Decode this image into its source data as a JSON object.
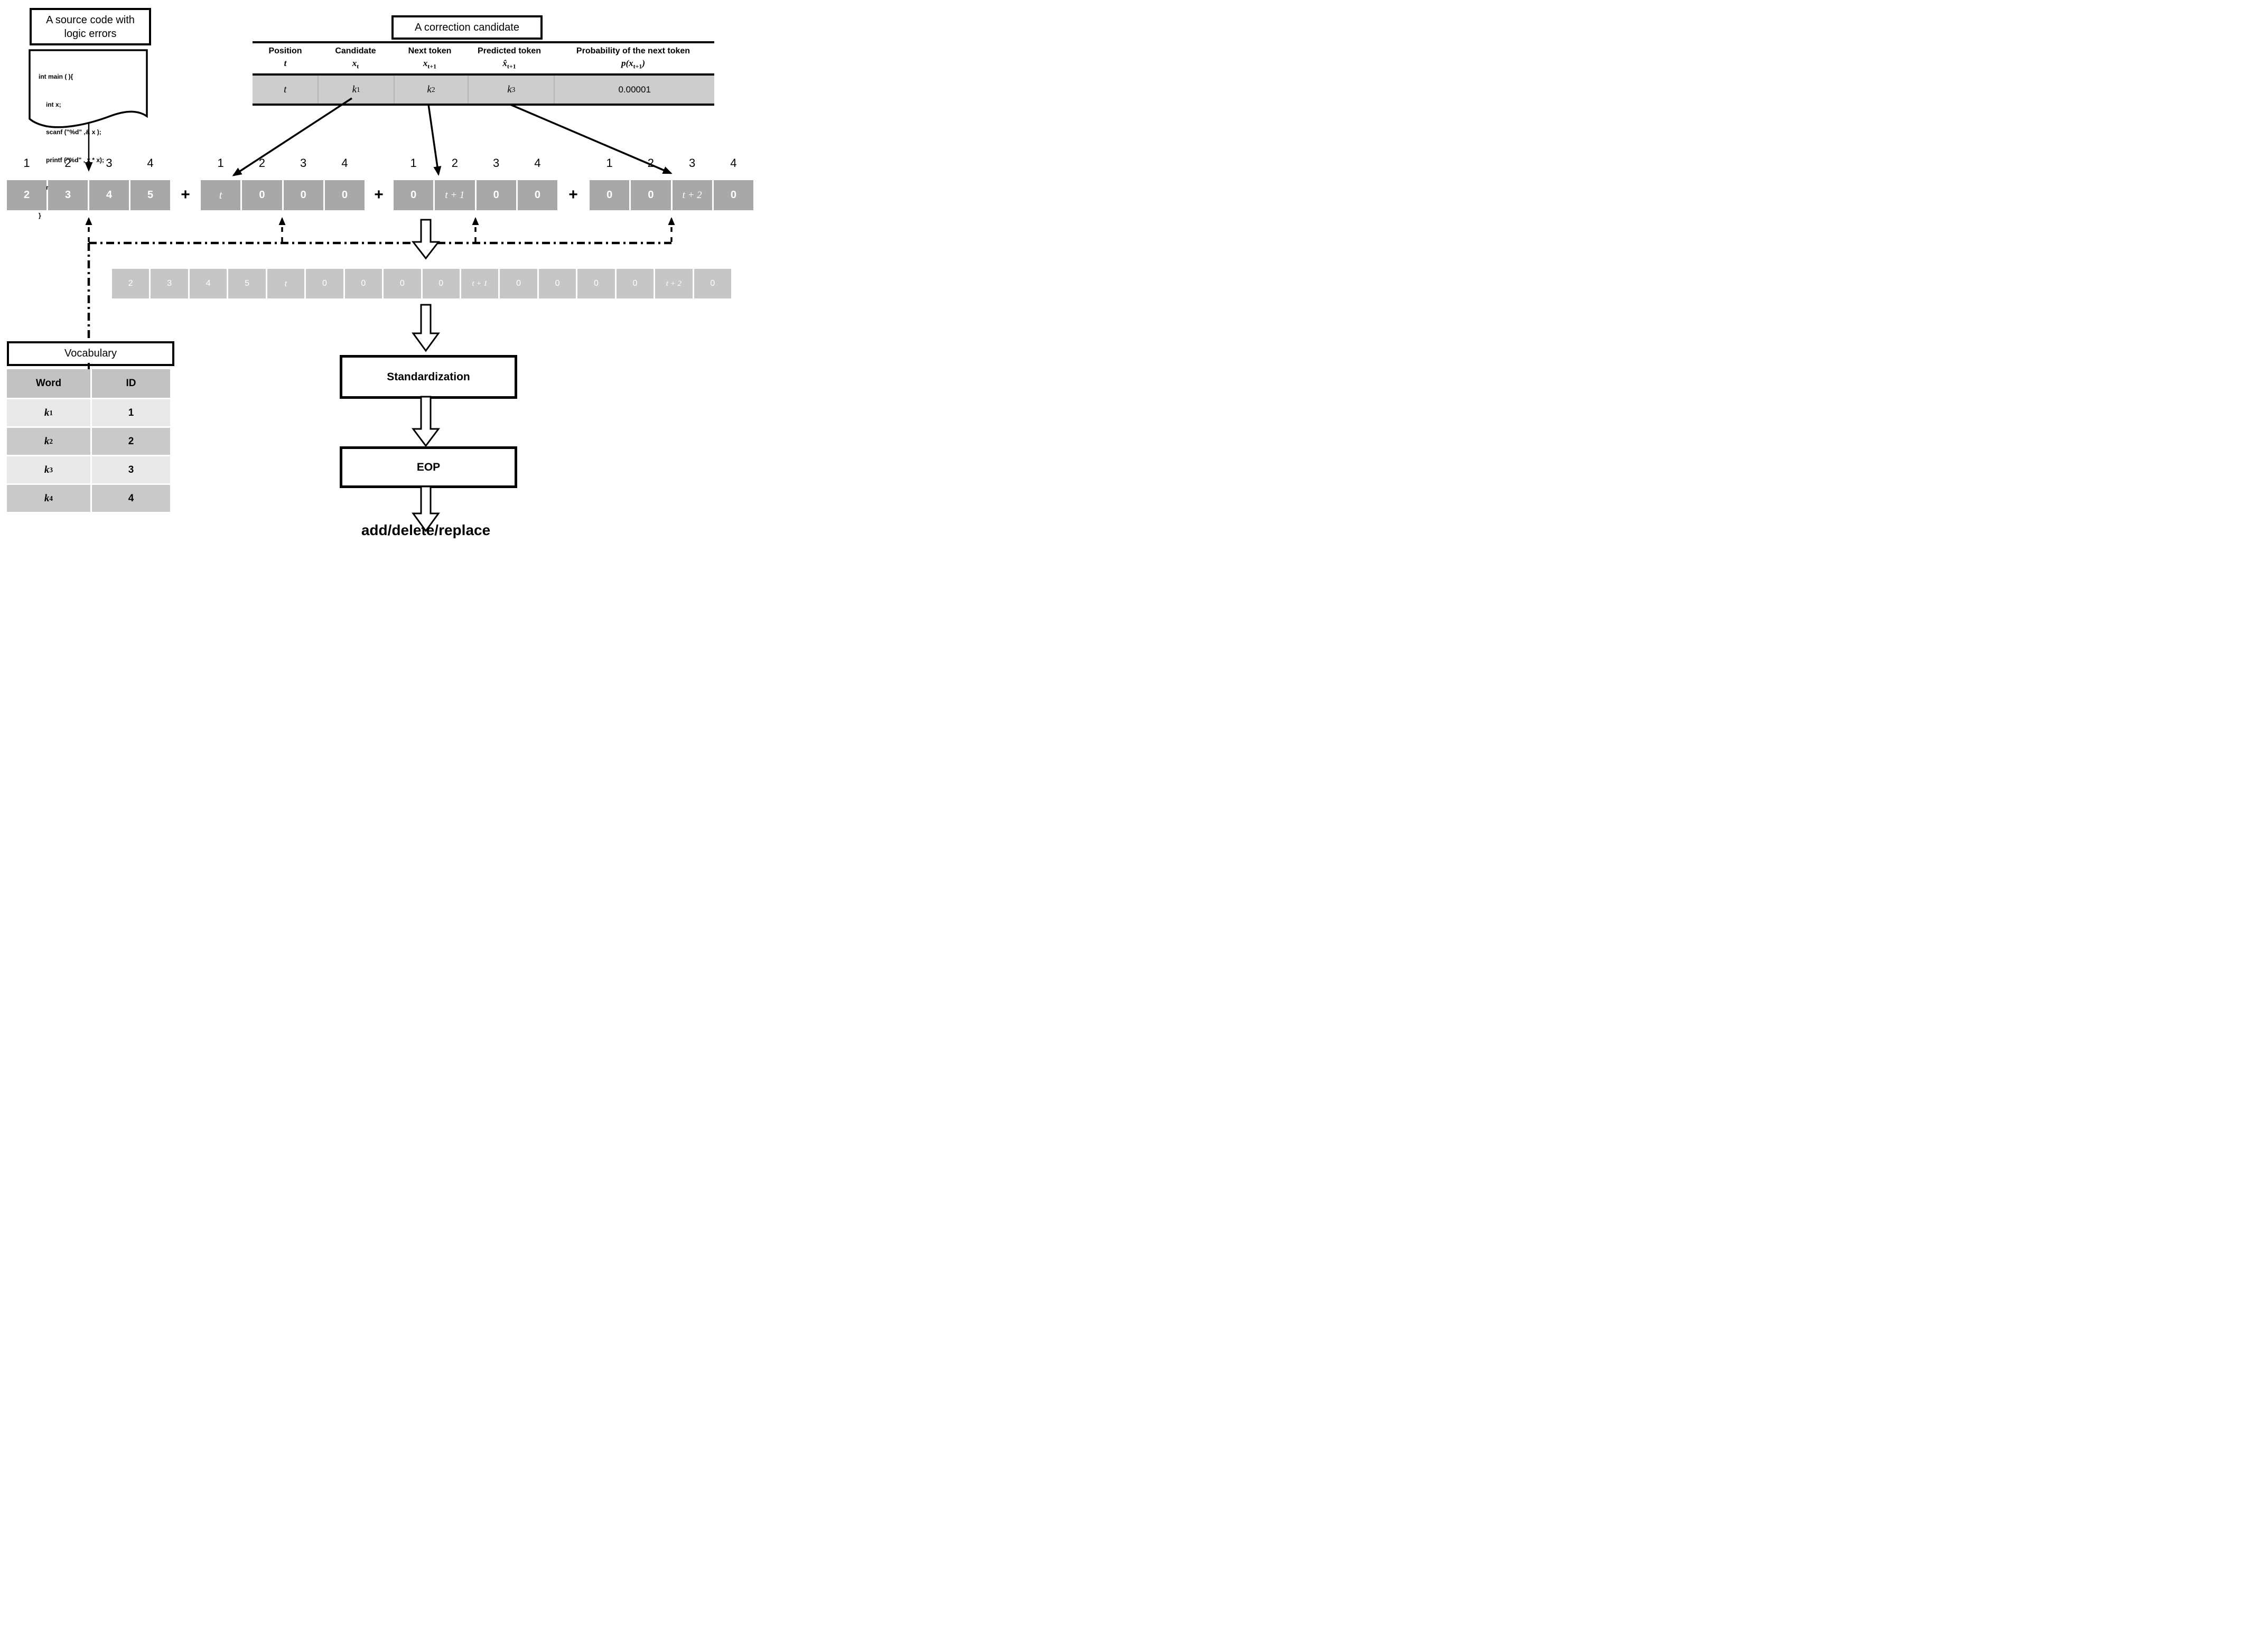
{
  "source": {
    "title": "A source code with logic errors",
    "code": [
      "int main ( ){",
      "int x;",
      "scanf (\"%d\" ,& x );",
      "printf (\"%d\" , x * x);",
      "return 0;",
      "}"
    ]
  },
  "candidate": {
    "title": "A correction candidate",
    "columns": [
      {
        "label": "Position",
        "math": "t"
      },
      {
        "label": "Candidate",
        "math": "x<sub>t</sub>"
      },
      {
        "label": "Next token",
        "math": "x<sub>t+1</sub>"
      },
      {
        "label": "Predicted token",
        "math": "x̂<sub>t+1</sub>"
      },
      {
        "label": "Probability of the next token",
        "math": "p(x<sub>t+1</sub>)"
      }
    ],
    "row": [
      "t",
      "k<sub>1</sub>",
      "k<sub>2</sub>",
      "k<sub>3</sub>",
      "0.00001"
    ],
    "probability_value": "0.00001"
  },
  "labels": [
    "1",
    "2",
    "3",
    "4"
  ],
  "plus": "+",
  "arrays": {
    "base": [
      "2",
      "3",
      "4",
      "5"
    ],
    "pos1": [
      "t",
      "0",
      "0",
      "0"
    ],
    "pos2": [
      "0",
      "t + 1",
      "0",
      "0"
    ],
    "pos3": [
      "0",
      "0",
      "t + 2",
      "0"
    ]
  },
  "concat": [
    "2",
    "3",
    "4",
    "5",
    "t",
    "0",
    "0",
    "0",
    "0",
    "t + 1",
    "0",
    "0",
    "0",
    "0",
    "t + 2",
    "0"
  ],
  "vocab": {
    "title": "Vocabulary",
    "headers": [
      "Word",
      "ID"
    ],
    "rows": [
      {
        "word": "k<sub>1</sub>",
        "id": "1"
      },
      {
        "word": "k<sub>2</sub>",
        "id": "2"
      },
      {
        "word": "k<sub>3</sub>",
        "id": "3"
      },
      {
        "word": "k<sub>4</sub>",
        "id": "4"
      }
    ]
  },
  "flow": {
    "standardization": "Standardization",
    "eop": "EOP",
    "output": "add/delete/replace"
  },
  "colors": {
    "array_cell": "#a8a8a8",
    "concat_cell": "#c6c6c6",
    "candidate_row": "#cdcdcd",
    "vocab_header": "#c2c2c2",
    "vocab_row_light": "#e9e9e9",
    "vocab_row_dark": "#c9c9c9",
    "line": "#000000"
  }
}
